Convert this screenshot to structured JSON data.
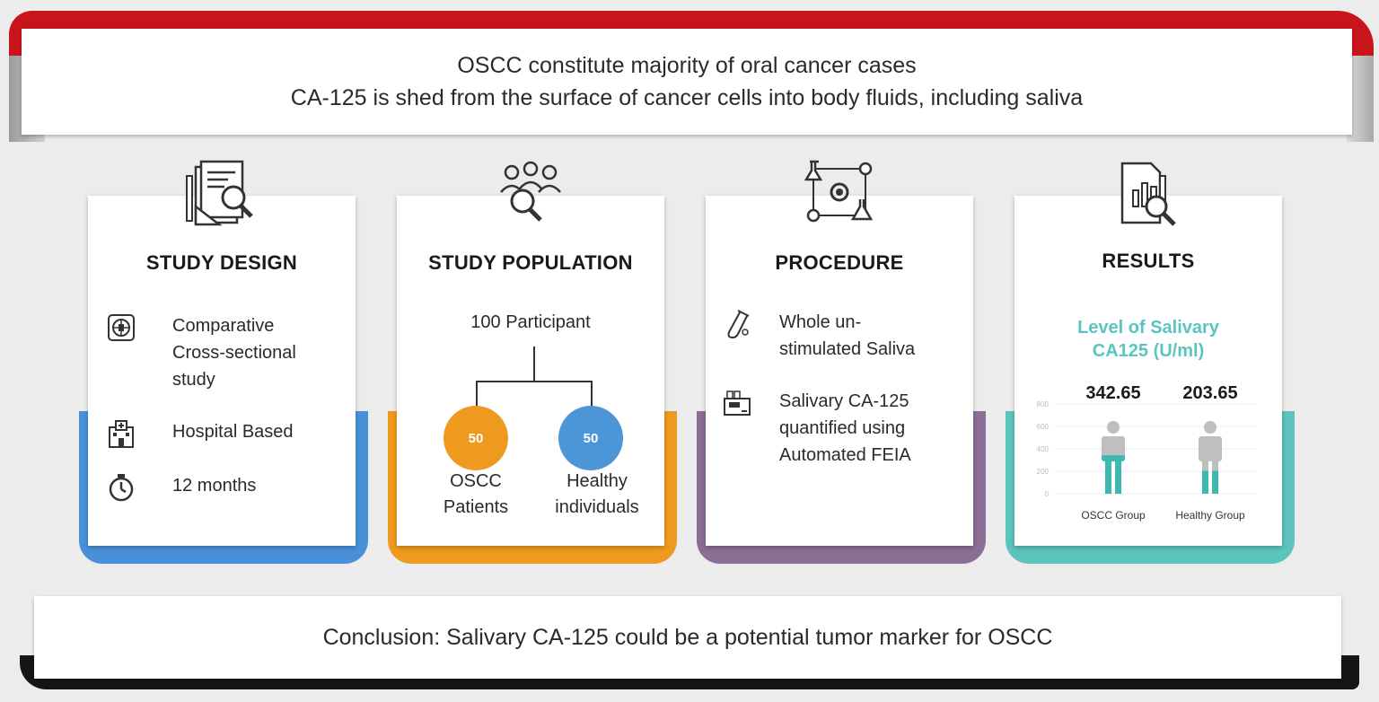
{
  "header": {
    "line1": "OSCC constitute majority of oral cancer cases",
    "line2": "CA-125  is shed from the surface of cancer cells into body fluids, including saliva"
  },
  "design": {
    "title": "STUDY DESIGN",
    "items": [
      {
        "icon": "medical-globe-icon",
        "lines": [
          "Comparative",
          "Cross-sectional",
          "study"
        ]
      },
      {
        "icon": "hospital-icon",
        "lines": [
          "Hospital Based"
        ]
      },
      {
        "icon": "stopwatch-icon",
        "lines": [
          "12 months"
        ]
      }
    ]
  },
  "population": {
    "title": "STUDY POPULATION",
    "total": "100 Participant",
    "groups": [
      {
        "count": "50",
        "label1": "OSCC",
        "label2": "Patients",
        "color": "#ee9a1f"
      },
      {
        "count": "50",
        "label1": "Healthy",
        "label2": "individuals",
        "color": "#4c95d6"
      }
    ]
  },
  "procedure": {
    "title": "PROCEDURE",
    "items": [
      {
        "icon": "test-tube-icon",
        "lines": [
          "Whole un-",
          "stimulated  Saliva"
        ]
      },
      {
        "icon": "analyzer-machine-icon",
        "lines": [
          "Salivary CA-125",
          "quantified using",
          "Automated FEIA"
        ]
      }
    ]
  },
  "results": {
    "title": "RESULTS",
    "chart_title_1": "Level of Salivary",
    "chart_title_2": "CA125 (U/ml)"
  },
  "chart_data": {
    "type": "bar",
    "title": "Level of Salivary CA125 (U/ml)",
    "categories": [
      "OSCC Group",
      "Healthy Group"
    ],
    "values": [
      342.65,
      203.65
    ],
    "value_labels": [
      "342.65",
      "203.65"
    ],
    "ylim": [
      0,
      800
    ],
    "yticks": [
      "0",
      "200",
      "400",
      "600",
      "800"
    ],
    "fill_color": "#3fb8b0",
    "figure_color": "#bfbfbf"
  },
  "conclusion": {
    "text": "Conclusion: Salivary CA-125 could be a potential tumor marker for OSCC"
  },
  "accents": {
    "design": "#4a90d9",
    "population": "#ee9a1f",
    "procedure": "#8a6e95",
    "results": "#5cc4bc"
  }
}
